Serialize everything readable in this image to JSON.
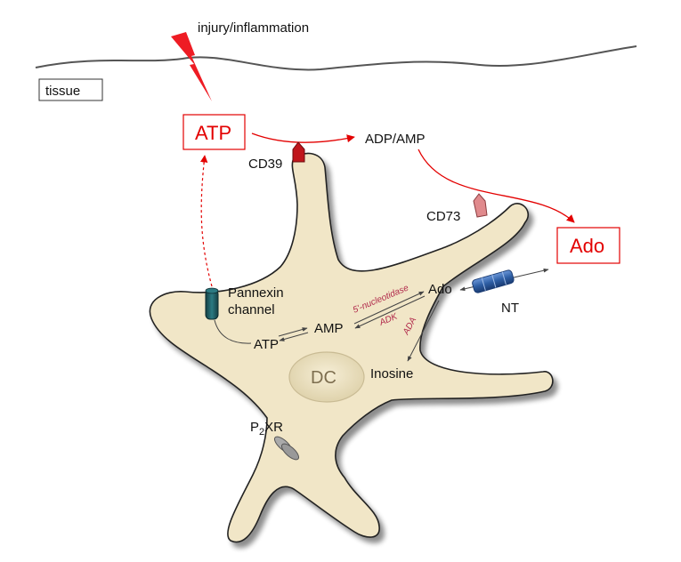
{
  "labels": {
    "injury": "injury/inflammation",
    "tissue": "tissue",
    "atp_out": "ATP",
    "adp_amp": "ADP/AMP",
    "cd39": "CD39",
    "cd73": "CD73",
    "ado_out": "Ado",
    "pannexin_line1": "Pannexin",
    "pannexin_line2": "channel",
    "ado_in": "Ado",
    "nt": "NT",
    "nucleotidase": "5'-nucleotidase",
    "adk": "ADK",
    "amp_in": "AMP",
    "atp_in": "ATP",
    "ada": "ADA",
    "inosine": "Inosine",
    "dc": "DC",
    "p2xr_main": "P",
    "p2xr_sub": "2",
    "p2xr_rest": "XR"
  },
  "colors": {
    "red": "#e30000",
    "cell_fill": "#f1e6c7",
    "nucleus_fill": "#e6dab5",
    "enzyme_text": "#b0284a",
    "pannexin": "#1f5c62",
    "nt_transporter": "#2f5fa5",
    "cd39": "#c0161c",
    "cd73": "#e08a8d",
    "p2xr": "#999999"
  }
}
